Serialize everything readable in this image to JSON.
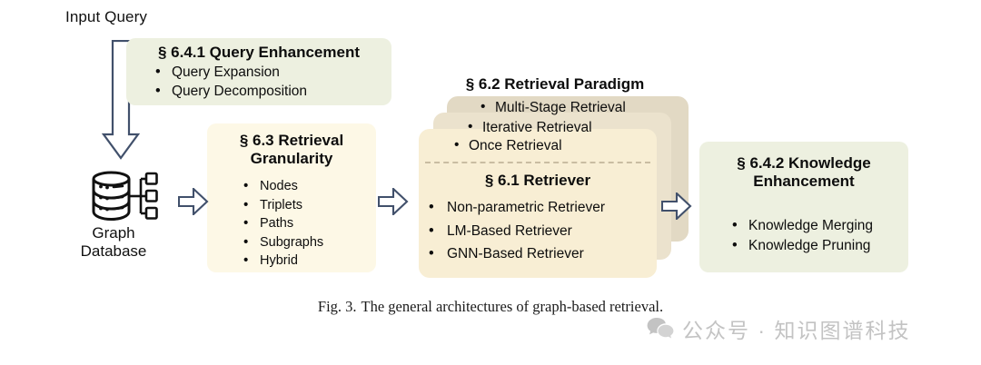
{
  "figure": {
    "input_query_label": "Input Query",
    "database_label": "Graph\nDatabase",
    "caption_number": "Fig. 3.",
    "caption_text": "The general architectures of graph-based retrieval."
  },
  "colors": {
    "box_green": "#edf0e0",
    "box_cream": "#fdf8e6",
    "card_front": "#f8eed4",
    "card_mid": "#ebe2cd",
    "card_back": "#e2d9c4",
    "arrow_stroke": "#41506b",
    "divider": "#c9bda2",
    "text": "#0d0d0d",
    "watermark": "#c3c3c3"
  },
  "boxes": {
    "query_enhancement": {
      "title": "§ 6.4.1 Query Enhancement",
      "items": [
        "Query Expansion",
        "Query Decomposition"
      ]
    },
    "retrieval_granularity": {
      "title": "§ 6.3 Retrieval Granularity",
      "items": [
        "Nodes",
        "Triplets",
        "Paths",
        "Subgraphs",
        "Hybrid"
      ]
    },
    "retrieval_paradigm": {
      "title": "§ 6.2 Retrieval Paradigm",
      "items": [
        "Multi-Stage Retrieval",
        "Iterative Retrieval",
        "Once Retrieval"
      ]
    },
    "retriever": {
      "title": "§ 6.1 Retriever",
      "items": [
        "Non-parametric Retriever",
        "LM-Based Retriever",
        "GNN-Based Retriever"
      ]
    },
    "knowledge_enhancement": {
      "title": "§ 6.4.2 Knowledge Enhancement",
      "items": [
        "Knowledge Merging",
        "Knowledge Pruning"
      ]
    }
  },
  "watermark": {
    "text": "公众号 · 知识图谱科技",
    "icon": "wechat-icon"
  }
}
